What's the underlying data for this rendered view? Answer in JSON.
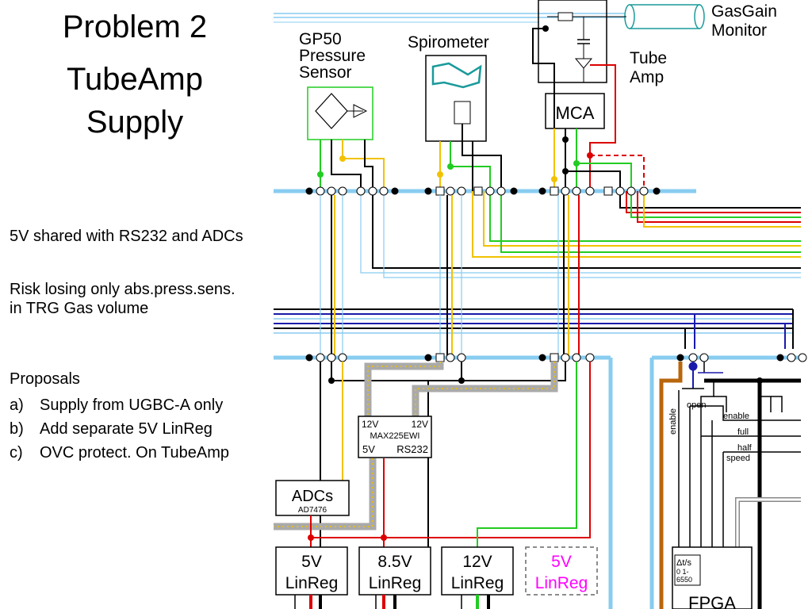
{
  "title": [
    "Problem 2",
    "TubeAmp",
    "Supply"
  ],
  "notes": {
    "shared": "5V shared with RS232 and ADCs",
    "risk_line1": "Risk losing only abs.press.sens.",
    "risk_line2": "in TRG Gas volume"
  },
  "proposals": {
    "heading": "Proposals",
    "items": [
      {
        "letter": "a)",
        "text": "Supply from UGBC-A only"
      },
      {
        "letter": "b)",
        "text": "Add separate 5V LinReg"
      },
      {
        "letter": "c)",
        "text": "OVC protect. On TubeAmp"
      }
    ]
  },
  "diagram": {
    "gp50": [
      "GP50",
      "Pressure",
      "Sensor"
    ],
    "spirometer": "Spirometer",
    "tube_amp": [
      "Tube",
      "Amp"
    ],
    "mca": "MCA",
    "gasgain": [
      "GasGain",
      "Monitor"
    ],
    "max_chip": {
      "top_left": "12V",
      "top_right": "12V",
      "part": "MAX225EWI",
      "bottom_left": "5V",
      "bottom_right": "RS232"
    },
    "adcs": {
      "label": "ADCs",
      "part": "AD7476"
    },
    "regulators": [
      {
        "line1": "5V",
        "line2": "LinReg"
      },
      {
        "line1": "8.5V",
        "line2": "LinReg"
      },
      {
        "line1": "12V",
        "line2": "LinReg"
      },
      {
        "line1": "5V",
        "line2": "LinReg"
      }
    ],
    "fpga": {
      "label": "FPGA",
      "dt": "Δt/s",
      "range1": "0 1-",
      "range2": "6550"
    },
    "logic": {
      "enable_vertical": "enable",
      "open": "open",
      "enable": "enable",
      "full": "full",
      "half": "half",
      "speed": "speed"
    }
  },
  "colors": {
    "bus": "#88ccf0",
    "black": "#000000",
    "green": "#22cc22",
    "yellow": "#f2c200",
    "red": "#dd0000",
    "blue": "#1a1aaa",
    "cyan": "#1a9a9a",
    "magenta": "#ff00ff",
    "orange": "#b8660c"
  }
}
